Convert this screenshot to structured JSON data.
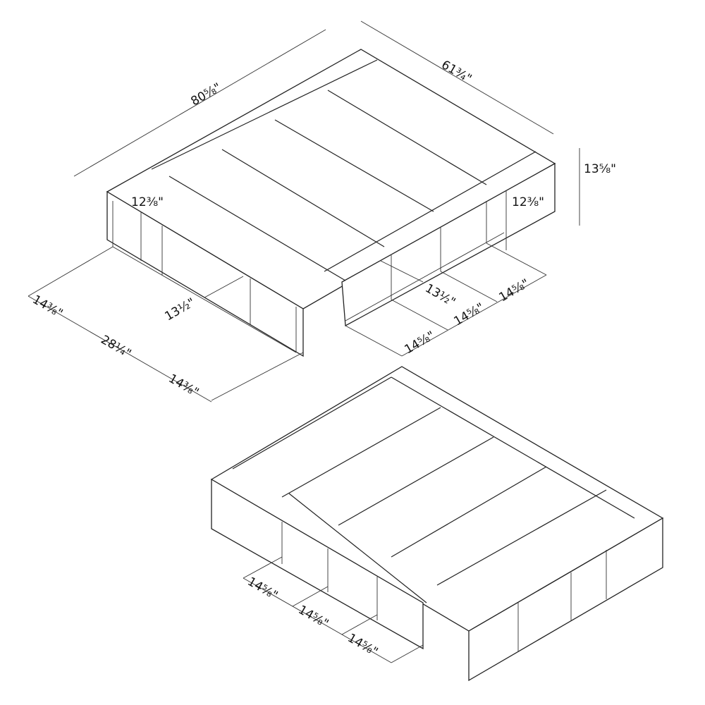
{
  "diagram": {
    "top_view": {
      "overall_length": "80⅝\"",
      "overall_width": "61¾\"",
      "overall_height": "13⅝\"",
      "left_inner_height": "12⅜\"",
      "right_inner_height": "12⅜\"",
      "left_compartments": [
        "14⅜\"",
        "28¼\"",
        "14⅜\""
      ],
      "left_depth": "13½\"",
      "right_depth": "13½\"",
      "right_compartments": [
        "14⅝\"",
        "14⅝\"",
        "14⅝\""
      ]
    },
    "bottom_view": {
      "compartments": [
        "14⅝\"",
        "14⅝\"",
        "14⅝\""
      ]
    }
  }
}
